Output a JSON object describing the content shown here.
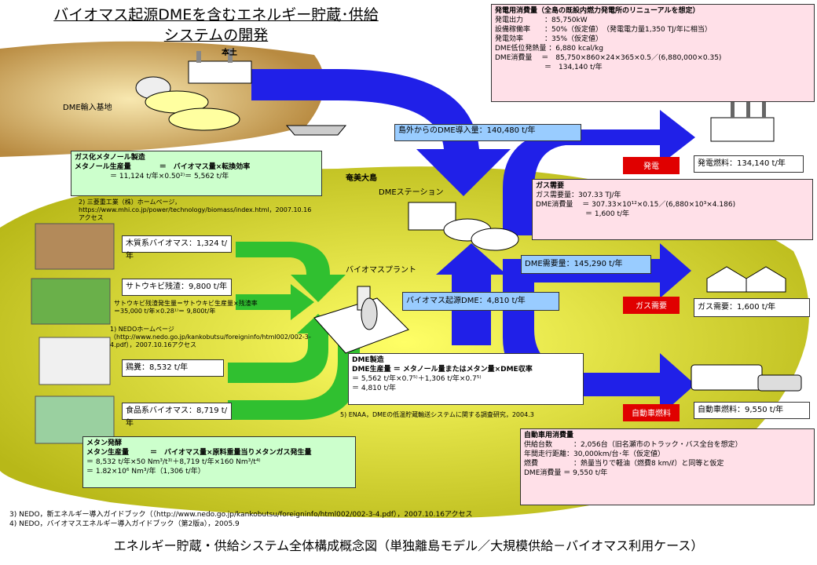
{
  "title": {
    "line1": "バイオマス起源DMEを含むエネルギー貯蔵･供給",
    "line2": "システムの開発"
  },
  "labels": {
    "mainland": "本土",
    "import_base": "DME輸入基地",
    "island": "奄美大島",
    "dme_station": "DMEステーション",
    "biomass_plant": "バイオマスプラント"
  },
  "flows": {
    "import": "島外からのDME導入量：140,480 t/年",
    "demand": "DME需要量：145,290 t/年",
    "biomass_dme": "バイオマス起源DME：4,810 t/年"
  },
  "tags": {
    "power": "発電",
    "gas": "ガス需要",
    "vehicle": "自動車燃料"
  },
  "outputs": {
    "power": "発電燃料：134,140 t/年",
    "gas": "ガス需要：1,600 t/年",
    "vehicle": "自動車燃料：9,550 t/年"
  },
  "power_box": {
    "heading": "発電用消費量（全島の既設内燃力発電所のリニューアルを想定）",
    "rows": [
      "発電出力　　　：85,750kW",
      "設備稼働率　　：50%（仮定値）　（発電電力量1,350 TJ/年に相当）",
      "発電効率　　　：35%（仮定値）",
      "DME低位発熱量 ：6,880 kcal/kg",
      "DME消費量　 ＝　85,750×860×24×365×0.5／(6,880,000×0.35)",
      "　　　　　　　＝　134,140 t/年"
    ]
  },
  "gas_box": {
    "heading": "ガス需要",
    "rows": [
      "ガス需要量：307.33 TJ/年",
      "DME消費量　 ＝ 307.33×10¹²×0.15／(6,880×10³×4.186)",
      "　　　　　　　＝ 1,600 t/年"
    ]
  },
  "vehicle_box": {
    "heading": "自動車用消費量",
    "rows": [
      "供給台数　　　：2,056台（旧名瀬市のトラック・バス全台を想定）",
      "年間走行距離：30,000km/台･年（仮定値）",
      "燃費　　　　　：熱量当りで軽油（燃費8 km/ℓ）と同等と仮定",
      "DME消費量 ＝ 9,550 t/年"
    ]
  },
  "methanol_box": {
    "heading": "ガス化メタノール製造",
    "rows": [
      "メタノール生産量　　　　＝　バイオマス量×転換効率",
      "　　　　　＝ 11,124 t/年×0.50²⁾＝ 5,562 t/年"
    ],
    "note": "2) 三菱重工業（株）ホームページ，https://www.mhi.co.jp/power/technology/biomass/index.html，2007.10.16アクセス"
  },
  "biomass_inputs": {
    "wood": "木質系バイオマス：1,324 t/年",
    "bagasse": "サトウキビ残渣：9,800 t/年",
    "manure": "鶏糞：8,532 t/年",
    "food": "食品系バイオマス：8,719 t/年"
  },
  "bagasse_calc": {
    "rows": [
      "サトウキビ残渣発生量＝サトウキビ生産量×残渣率",
      "＝35,000 t/年×0.28¹⁾＝ 9,800t/年"
    ],
    "note": "1) NEDOホームページ（http://www.nedo.go.jp/kankobutsu/foreigninfo/html002/002-3-4.pdf），2007.10.16アクセス"
  },
  "dme_box": {
    "heading": "DME製造",
    "rows": [
      "DME生産量 ＝ メタノール量またはメタン量×DME収率",
      "＝ 5,562 t/年×0.7⁵⁾＋1,306 t/年×0.7⁵⁾",
      "＝ 4,810 t/年"
    ],
    "note": "5) ENAA，DMEの低温貯蔵輸送システムに関する調査研究，2004.3"
  },
  "methane_box": {
    "heading": "メタン発酵",
    "rows": [
      "メタン生産量　　　＝　バイオマス量×原料重量当りメタンガス発生量",
      "＝ 8,532 t/年×50 Nm³/t³⁾＋8,719 t/年×160 Nm³/t⁴⁾",
      "＝ 1.82×10⁶ Nm³/年（1,306 t/年）"
    ]
  },
  "references": [
    "3) NEDO，新エネルギー導入ガイドブック（（http://www.nedo.go.jp/kankobutsu/foreigninfo/html002/002-3-4.pdf），2007.10.16アクセス",
    "4) NEDO，バイオマスエネルギー導入ガイドブック（第2版a），2005.9"
  ],
  "footer": "エネルギー貯蔵・供給システム全体構成概念図（単独離島モデル／大規模供給－バイオマス利用ケース）",
  "colors": {
    "island": "#cccc22",
    "mainland": "#c8a050",
    "arrow_blue": "#2020e8",
    "arrow_green": "#30c030"
  }
}
